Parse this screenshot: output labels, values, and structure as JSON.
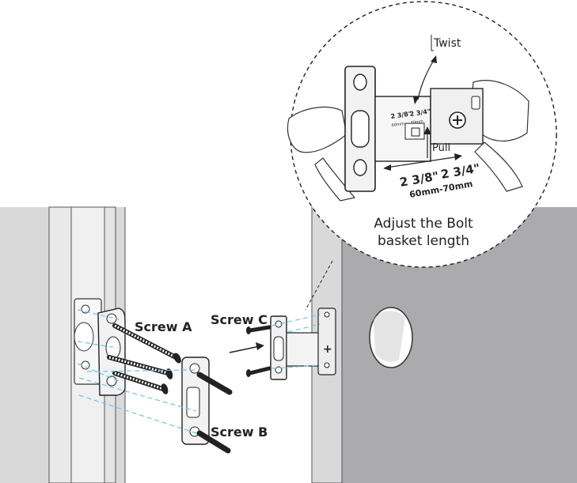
{
  "callout": {
    "twist": "Twist",
    "pull": "Pull",
    "length_a": "2 3/8\"",
    "length_b": "2 3/4\"",
    "length_a_small": "2 3/8\"",
    "length_b_small": "2 3/4\"",
    "mm_small_a": "60mm",
    "mm_small_b": "70mm",
    "metric": "60mm-70mm",
    "caption_line1": "Adjust the Bolt",
    "caption_line2": "basket length"
  },
  "labels": {
    "screw_a": "Screw A",
    "screw_b": "Screw B",
    "screw_c": "Screw C"
  },
  "colors": {
    "door_dark": "#ababad",
    "door_light": "#d9d9da",
    "frame_light": "#e9e9ea",
    "metal_light": "#f2f2f2",
    "guide_blue": "#6cc4e8",
    "outline": "#222222"
  }
}
